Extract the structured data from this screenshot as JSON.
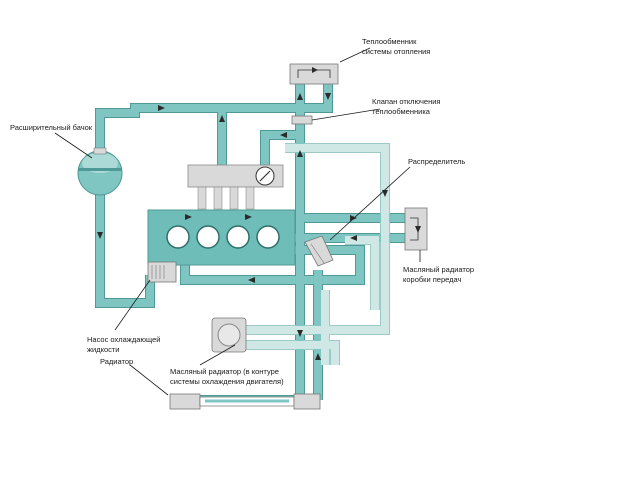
{
  "labels": {
    "heater_exchanger_l1": "Теплообменник",
    "heater_exchanger_l2": "системы отопления",
    "valve_l1": "Клапан отключения",
    "valve_l2": "теплообменника",
    "expansion_tank": "Расширительный бачок",
    "distributor": "Распределитель",
    "gearbox_cooler_l1": "Масляный радиатор",
    "gearbox_cooler_l2": "коробки передач",
    "pump_l1": "Насос охлаждающей",
    "pump_l2": "жидкости",
    "engine_oil_cooler_l1": "Масляный радиатор (в контуре",
    "engine_oil_cooler_l2": "системы охлаждения двигателя)",
    "radiator": "Радиатор"
  },
  "colors": {
    "coolant_hot": "#7fc6c2",
    "coolant_cold": "#cfe8e6",
    "component_gray": "#d9d9d9",
    "engine_block": "#6fbdb8"
  }
}
